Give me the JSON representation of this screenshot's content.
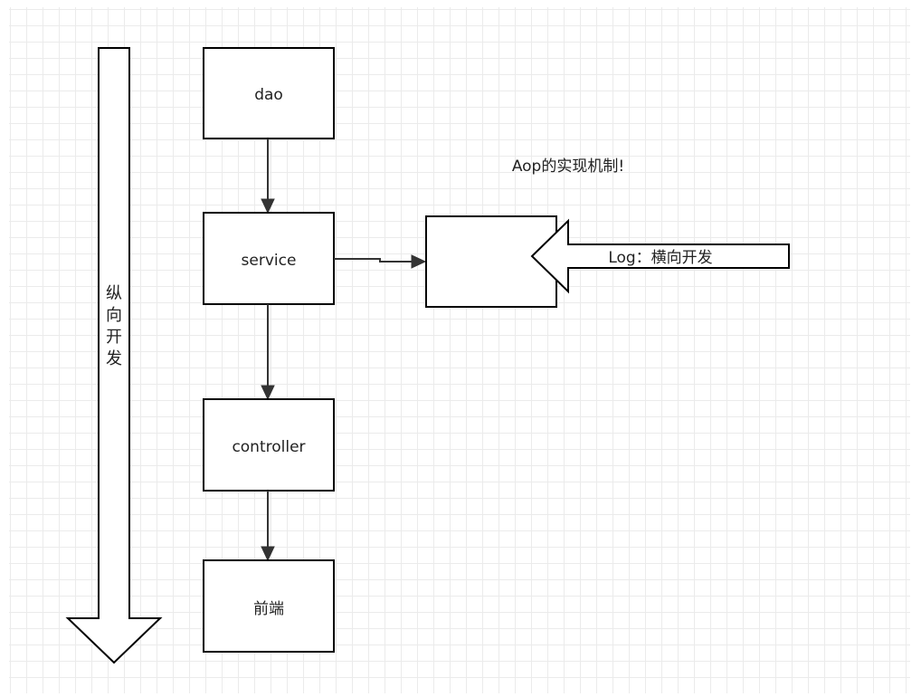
{
  "title_note": "Aop的实现机制!",
  "nodes": {
    "dao": "dao",
    "service": "service",
    "controller": "controller",
    "frontend": "前端",
    "aop_box": ""
  },
  "vertical_arrow": {
    "chars": [
      "纵",
      "向",
      "开",
      "发"
    ]
  },
  "horizontal_arrow": {
    "label": "Log：横向开发"
  },
  "colors": {
    "grid": "#ebebeb",
    "stroke": "#000000",
    "connector": "#333333",
    "text": "#222222",
    "background": "#ffffff"
  }
}
